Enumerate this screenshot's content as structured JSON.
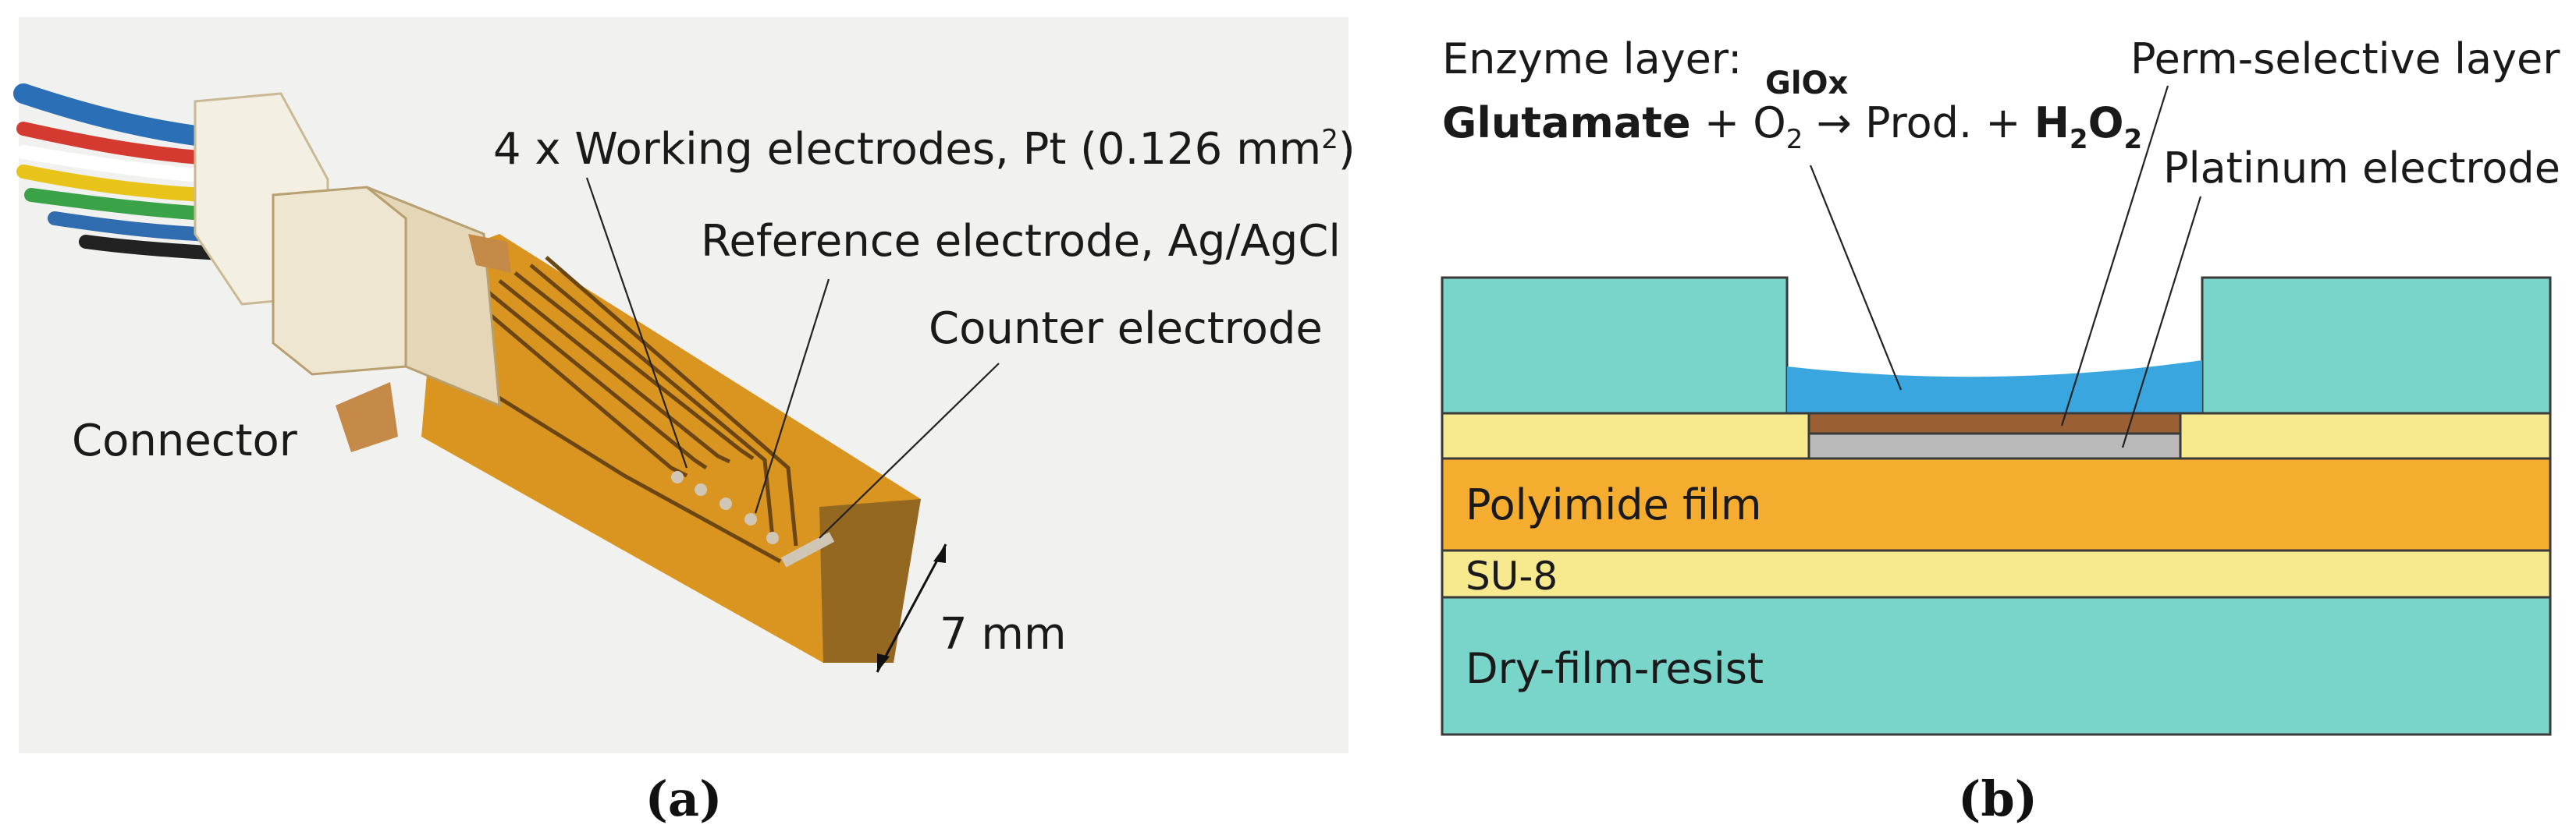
{
  "panel_a": {
    "caption": "(a)",
    "labels": {
      "working": "4 x Working electrodes, Pt (0.126 mm",
      "working_sup": "2",
      "working_close": ")",
      "reference": "Reference electrode, Ag/AgCl",
      "counter": "Counter electrode",
      "connector": "Connector",
      "scale": "7 mm"
    },
    "colors": {
      "background": "#f1f1ef",
      "flex": "#d9951f",
      "connector": "#efe6d2"
    }
  },
  "panel_b": {
    "caption": "(b)",
    "enzyme_title": "Enzyme layer:",
    "reaction": {
      "substrate": "Glutamate",
      "plus1": " + O",
      "o2_sub": "2",
      "arrow": " → ",
      "product": "Prod. + ",
      "h": "H",
      "h_sub": "2",
      "o": "O",
      "o_sub": "2",
      "enzyme": "GlOx"
    },
    "labels": {
      "perm_selective": "Perm-selective layer",
      "platinum": "Platinum electrode",
      "polyimide": "Polyimide film",
      "su8": "SU-8",
      "dry_film": "Dry-film-resist"
    },
    "colors": {
      "teal": "#79d4c9",
      "yellow": "#f7ea8e",
      "orange": "#f4ad2f",
      "blue": "#3aa6df",
      "brown": "#9a6034",
      "gray": "#b9b9b9"
    }
  }
}
